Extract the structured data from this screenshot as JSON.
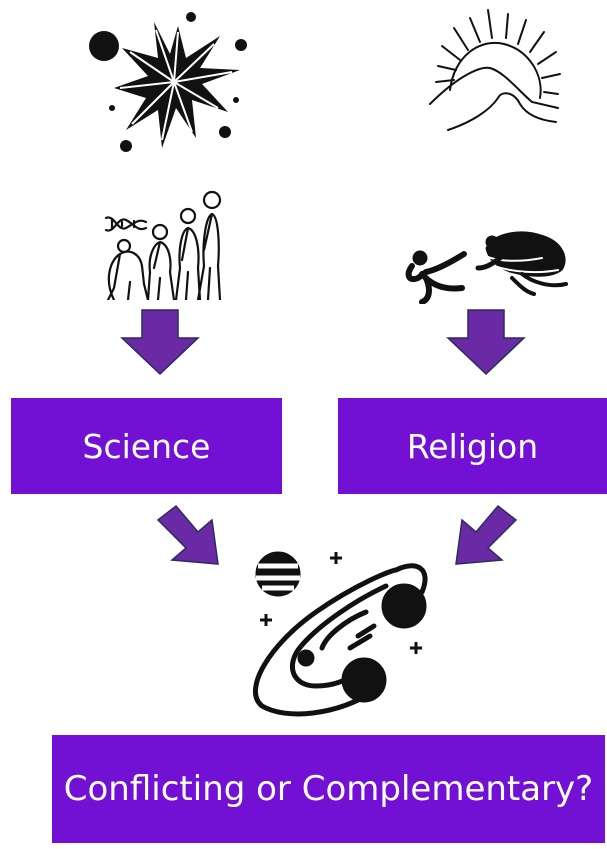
{
  "colors": {
    "purple": "#7211d4",
    "arrow": "#6a2aa6",
    "ink": "#111111"
  },
  "labels": {
    "science": "Science",
    "religion": "Religion",
    "question": "Conflicting or Complementary?"
  },
  "icons": {
    "science_top": "big-bang-icon",
    "science_bottom": "human-evolution-icon",
    "religion_top": "sunrise-over-mountains-icon",
    "religion_bottom": "creation-of-adam-icon",
    "center": "galaxy-planets-icon"
  }
}
